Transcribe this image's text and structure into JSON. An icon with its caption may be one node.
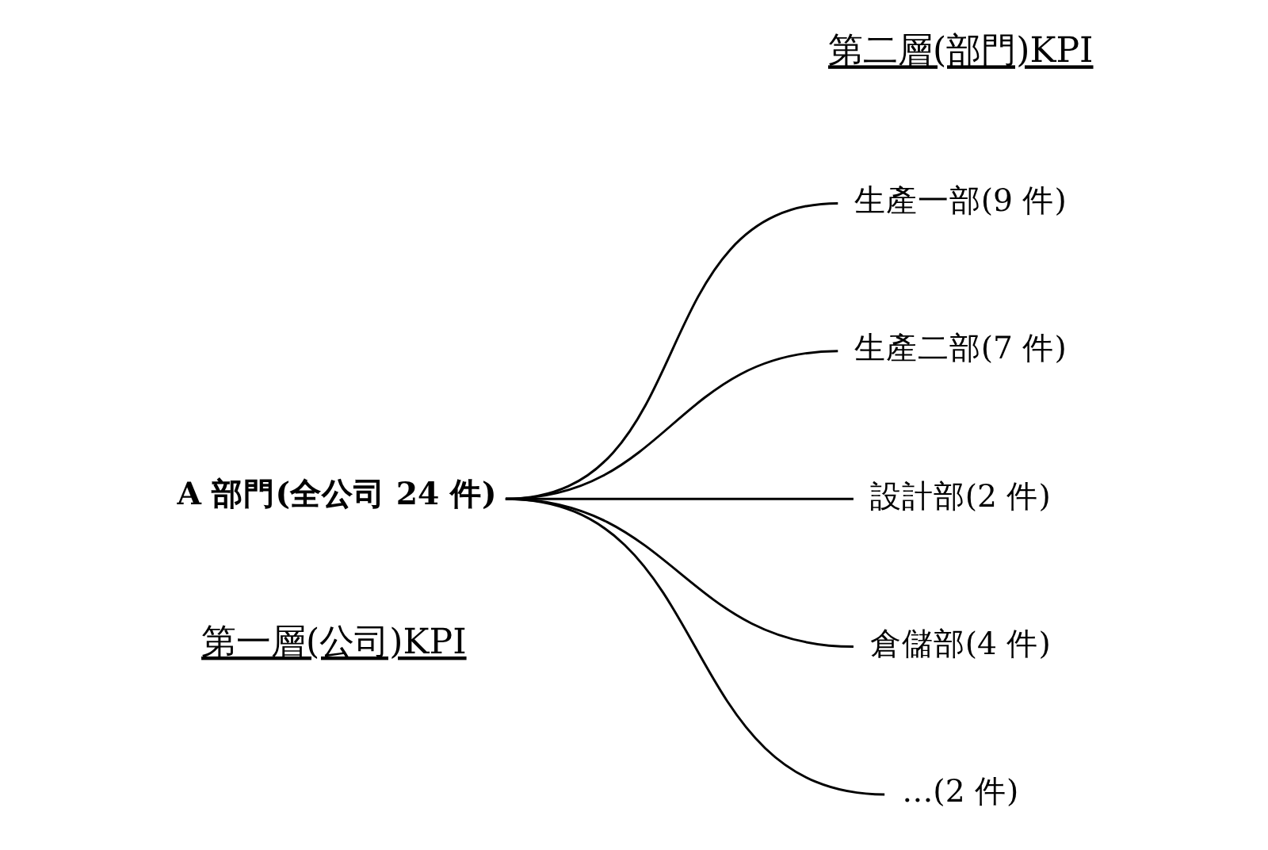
{
  "diagram": {
    "nodes": [
      {
        "text": [
          "A 部門(全公司 24 件)"
        ]
      },
      {
        "text": [
          "生產一部(9 件)"
        ]
      },
      {
        "text": [
          "生產二部(7 件)"
        ]
      },
      {
        "text": [
          "設計部(2 件)"
        ]
      },
      {
        "text": [
          "倉儲部(4 件)"
        ]
      },
      {
        "text": [
          "…(2 件)"
        ]
      }
    ],
    "edges": [
      {
        "from": 0,
        "to": 1,
        "arrow": "none"
      },
      {
        "from": 0,
        "to": 2,
        "arrow": "none"
      },
      {
        "from": 0,
        "to": 3,
        "arrow": "none"
      },
      {
        "from": 0,
        "to": 4,
        "arrow": "none"
      },
      {
        "from": 0,
        "to": 5,
        "arrow": "none"
      }
    ],
    "labels": [
      "第一層(公司)KPI",
      "第二層(部門)KPI"
    ]
  }
}
